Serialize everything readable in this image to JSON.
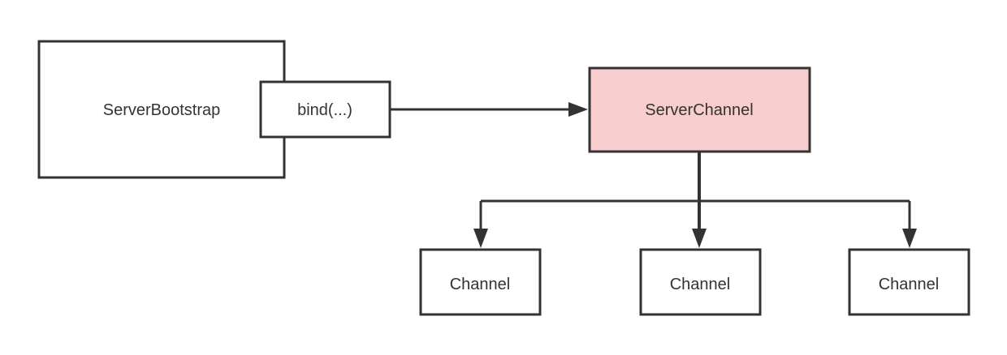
{
  "nodes": {
    "bootstrap": {
      "label": "ServerBootstrap"
    },
    "bind": {
      "label": "bind(...)"
    },
    "server_channel": {
      "label": "ServerChannel",
      "fill": "#f7cdcd"
    },
    "channels": [
      {
        "label": "Channel"
      },
      {
        "label": "Channel"
      },
      {
        "label": "Channel"
      }
    ]
  },
  "colors": {
    "stroke": "#333333",
    "text": "#333333",
    "background": "#ffffff"
  },
  "edges": [
    {
      "from": "bind",
      "to": "server_channel"
    },
    {
      "from": "server_channel",
      "to": "channel-1"
    },
    {
      "from": "server_channel",
      "to": "channel-2"
    },
    {
      "from": "server_channel",
      "to": "channel-3"
    }
  ]
}
